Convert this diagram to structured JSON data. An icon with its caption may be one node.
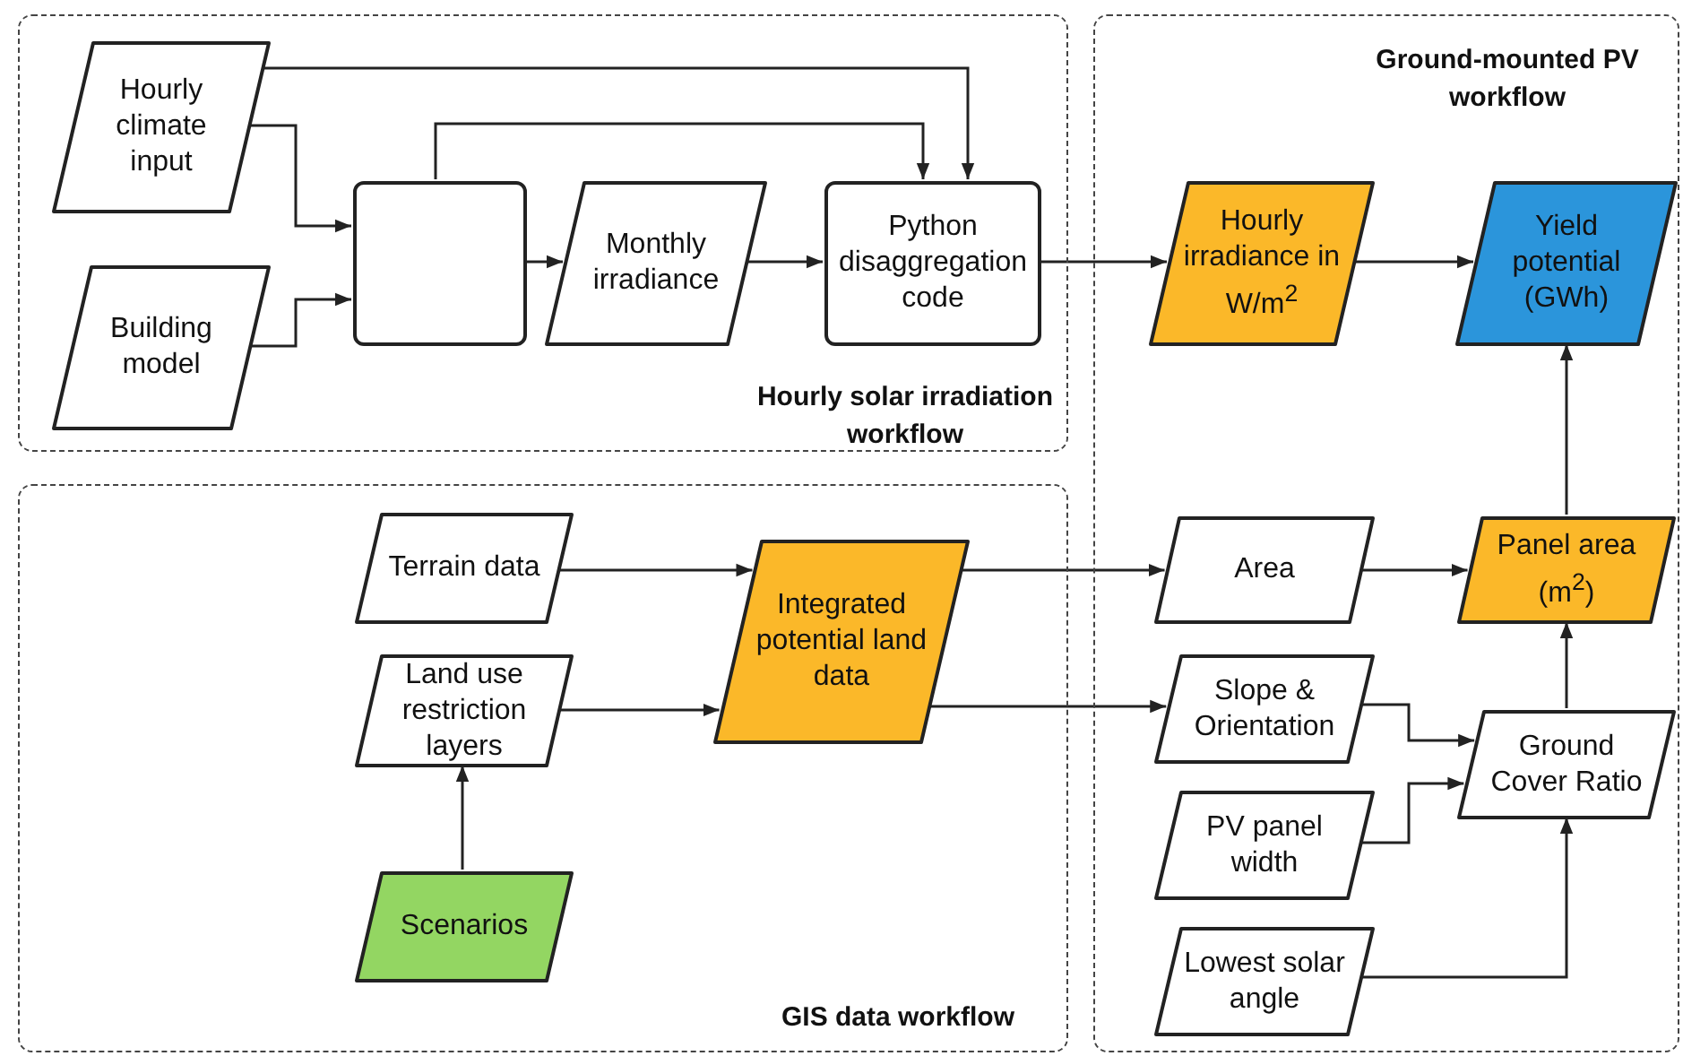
{
  "diagram": {
    "nodes": [
      {
        "text": [
          "Hourly solar irradiation workflow"
        ]
      },
      {
        "text": [
          "Hourly climate input"
        ],
        "in": 0
      },
      {
        "text": [],
        "shape": "box",
        "in": 0
      },
      {
        "text": [
          "Monthly irradiance"
        ],
        "in": 0
      },
      {
        "text": [
          "Python disaggregation code"
        ],
        "in": 0
      },
      {
        "text": [
          "Building model"
        ],
        "in": 0
      },
      {
        "text": [
          "Ground-mounted PV workflow"
        ]
      },
      {
        "text": [
          "Hourly irradiance in W/m$^{2}$"
        ],
        "in": 6
      },
      {
        "text": [
          "Yield potential (GWh)"
        ],
        "in": 6
      },
      {
        "text": [
          "GIS data workflow"
        ]
      },
      {
        "text": [
          "Terrain data"
        ],
        "in": 9
      },
      {
        "text": [
          "Integrated potential land data"
        ],
        "in": 9
      },
      {
        "text": [
          "Land use restriction layers"
        ],
        "in": 9
      },
      {
        "text": [
          "Scenarios"
        ],
        "in": 9
      },
      {
        "text": [
          "Area"
        ],
        "in": 6
      },
      {
        "text": [
          "Panel area (m$^{2}$)"
        ],
        "in": 6
      },
      {
        "text": [
          "Slope & Orientation"
        ],
        "in": 6
      },
      {
        "text": [
          "Ground Cover Ratio"
        ],
        "in": 6
      },
      {
        "text": [
          "PV panel width"
        ],
        "in": 6
      },
      {
        "text": [
          "Lowest solar angle"
        ],
        "in": 6
      }
    ],
    "edges": [
      {
        "from": 1,
        "to": 4,
        "arrow": "to"
      },
      {
        "from": 1,
        "to": 2,
        "arrow": "to"
      },
      {
        "from": 5,
        "to": 2,
        "arrow": "to"
      },
      {
        "from": 2,
        "to": 4,
        "arrow": "to"
      },
      {
        "from": 2,
        "to": 3,
        "arrow": "to"
      },
      {
        "from": 3,
        "to": 4,
        "arrow": "to"
      },
      {
        "from": 4,
        "to": 7,
        "arrow": "to"
      },
      {
        "from": 7,
        "to": 8,
        "arrow": "to"
      },
      {
        "from": 10,
        "to": 11,
        "arrow": "to"
      },
      {
        "from": 12,
        "to": 11,
        "arrow": "to"
      },
      {
        "from": 13,
        "to": 12,
        "arrow": "to"
      },
      {
        "from": 11,
        "to": 14,
        "arrow": "to"
      },
      {
        "from": 11,
        "to": 16,
        "arrow": "to"
      },
      {
        "from": 14,
        "to": 15,
        "arrow": "to"
      },
      {
        "from": 16,
        "to": 17,
        "arrow": "to"
      },
      {
        "from": 18,
        "to": 17,
        "arrow": "to"
      },
      {
        "from": 19,
        "to": 17,
        "arrow": "to"
      },
      {
        "from": 17,
        "to": 15,
        "arrow": "to"
      },
      {
        "from": 15,
        "to": 8,
        "arrow": "to"
      }
    ]
  }
}
